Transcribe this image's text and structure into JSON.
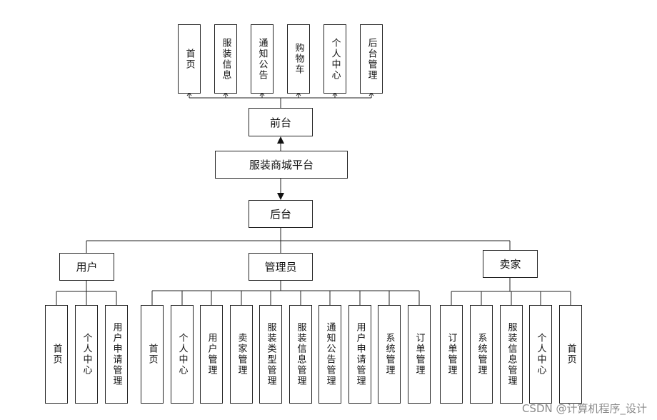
{
  "platform": "服装商城平台",
  "frontend": {
    "label": "前台",
    "items": [
      "首页",
      "服装信息",
      "通知公告",
      "购物车",
      "个人中心",
      "后台管理"
    ]
  },
  "backend": {
    "label": "后台",
    "roles": [
      {
        "label": "用户",
        "items": [
          "首页",
          "个人中心",
          "用户申请管理"
        ]
      },
      {
        "label": "管理员",
        "items": [
          "首页",
          "个人中心",
          "用户管理",
          "卖家管理",
          "服装类型管理",
          "服装信息管理",
          "通知公告管理",
          "用户申请管理",
          "系统管理",
          "订单管理"
        ]
      },
      {
        "label": "卖家",
        "items": [
          "订单管理",
          "系统管理",
          "服装信息管理",
          "个人中心",
          "首页"
        ]
      }
    ]
  },
  "watermark": "CSDN @计算机程序_设计"
}
